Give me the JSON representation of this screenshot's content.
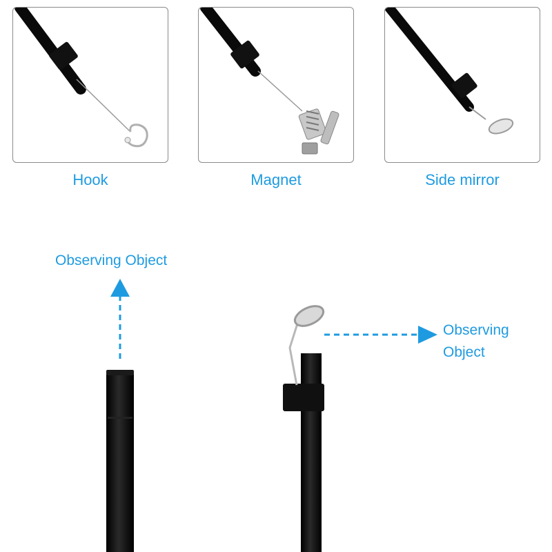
{
  "accessories": [
    {
      "label": "Hook",
      "icon": "hook-icon"
    },
    {
      "label": "Magnet",
      "icon": "magnet-icon"
    },
    {
      "label": "Side mirror",
      "icon": "side-mirror-icon"
    }
  ],
  "direct_view": {
    "label": "Observing Object"
  },
  "mirror_view": {
    "label_line1": "Observing",
    "label_line2": "Object"
  },
  "colors": {
    "accent": "#1e9be0",
    "probe": "#0a0a0a",
    "frame": "#8a8a8a",
    "metal": "#b8b8b8"
  }
}
